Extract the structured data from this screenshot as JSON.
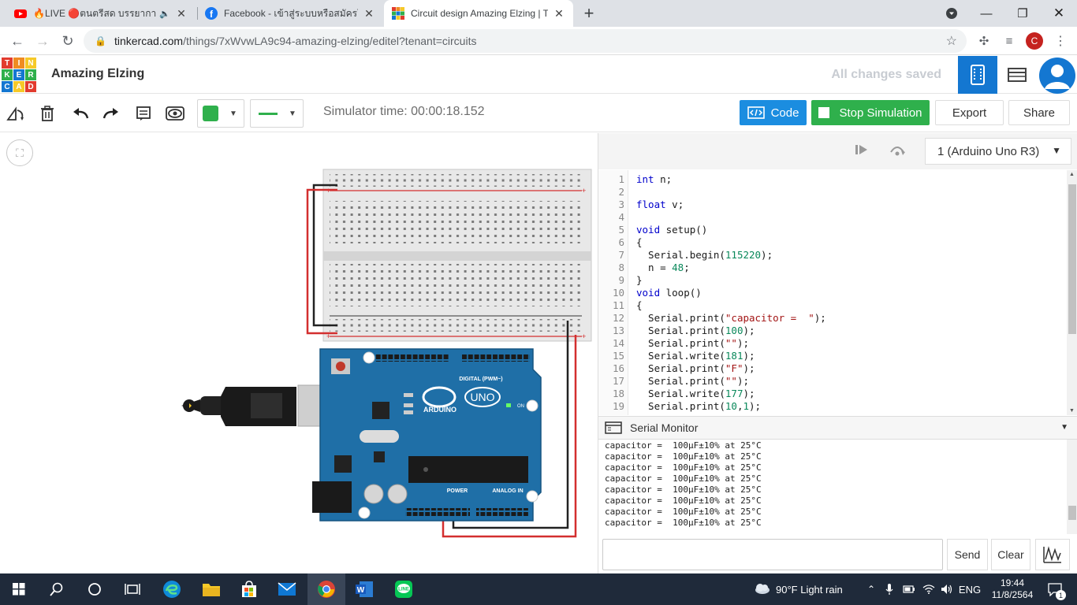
{
  "browser": {
    "tabs": [
      {
        "title": "🔥LIVE 🔴ตนตรีสด บรรยากาศดี",
        "active": false
      },
      {
        "title": "Facebook - เข้าสู่ระบบหรือสมัครใช้งาน",
        "active": false
      },
      {
        "title": "Circuit design Amazing Elzing | Ti",
        "active": true
      }
    ],
    "new_tab": "+",
    "url_host": "tinkercad.com",
    "url_path": "/things/7xWvwLA9c94-amazing-elzing/editel?tenant=circuits",
    "profile_initial": "C"
  },
  "app": {
    "logo_letters": [
      "T",
      "I",
      "N",
      "K",
      "E",
      "R",
      "C",
      "A",
      "D"
    ],
    "logo_colors": [
      "#e23b2e",
      "#f08c21",
      "#f6c928",
      "#2fb04c",
      "#1477d1",
      "#2fb04c",
      "#1477d1",
      "#f6c928",
      "#e23b2e"
    ],
    "design_name": "Amazing Elzing",
    "save_status": "All changes saved"
  },
  "toolbar": {
    "sim_time": "Simulator time: 00:00:18.152",
    "code_label": "Code",
    "stop_label": "Stop Simulation",
    "export_label": "Export",
    "share_label": "Share",
    "fill_color": "#2fb04c",
    "wire_color": "#2fb04c"
  },
  "code_panel": {
    "device": "1 (Arduino Uno R3)",
    "lines": [
      {
        "n": "1",
        "html": "<span class=\"kw\">int</span> n;"
      },
      {
        "n": "2",
        "html": ""
      },
      {
        "n": "3",
        "html": "<span class=\"kw\">float</span> v;"
      },
      {
        "n": "4",
        "html": ""
      },
      {
        "n": "5",
        "html": "<span class=\"kw\">void</span> setup()"
      },
      {
        "n": "6",
        "html": "{"
      },
      {
        "n": "7",
        "html": "  Serial.begin(<span class=\"num\">115220</span>);"
      },
      {
        "n": "8",
        "html": "  n = <span class=\"num\">48</span>;"
      },
      {
        "n": "9",
        "html": "}"
      },
      {
        "n": "10",
        "html": "<span class=\"kw\">void</span> loop()"
      },
      {
        "n": "11",
        "html": "{"
      },
      {
        "n": "12",
        "html": "  Serial.print(<span class=\"str\">\"capacitor =  \"</span>);"
      },
      {
        "n": "13",
        "html": "  Serial.print(<span class=\"num\">100</span>);"
      },
      {
        "n": "14",
        "html": "  Serial.print(<span class=\"str\">\"\"</span>);"
      },
      {
        "n": "15",
        "html": "  Serial.write(<span class=\"num\">181</span>);"
      },
      {
        "n": "16",
        "html": "  Serial.print(<span class=\"str\">\"F\"</span>);"
      },
      {
        "n": "17",
        "html": "  Serial.print(<span class=\"str\">\"\"</span>);"
      },
      {
        "n": "18",
        "html": "  Serial.write(<span class=\"num\">177</span>);"
      },
      {
        "n": "19",
        "html": "  Serial.print(<span class=\"num\">10</span>,<span class=\"num\">1</span>);"
      }
    ]
  },
  "serial_monitor": {
    "title": "Serial Monitor",
    "lines": [
      "capacitor =  100µF±10% at 25°C",
      "capacitor =  100µF±10% at 25°C",
      "capacitor =  100µF±10% at 25°C",
      "capacitor =  100µF±10% at 25°C",
      "capacitor =  100µF±10% at 25°C",
      "capacitor =  100µF±10% at 25°C",
      "capacitor =  100µF±10% at 25°C",
      "capacitor =  100µF±10% at 25°C"
    ],
    "input_placeholder": "",
    "send_label": "Send",
    "clear_label": "Clear"
  },
  "board": {
    "brand": "ARDUINO",
    "model": "UNO",
    "digital_label": "DIGITAL (PWM~)",
    "power_label": "POWER",
    "analog_label": "ANALOG IN",
    "on_label": "ON"
  },
  "taskbar": {
    "weather": "90°F  Light rain",
    "lang": "ENG",
    "time": "19:44",
    "date": "11/8/2564",
    "notif": "1"
  }
}
